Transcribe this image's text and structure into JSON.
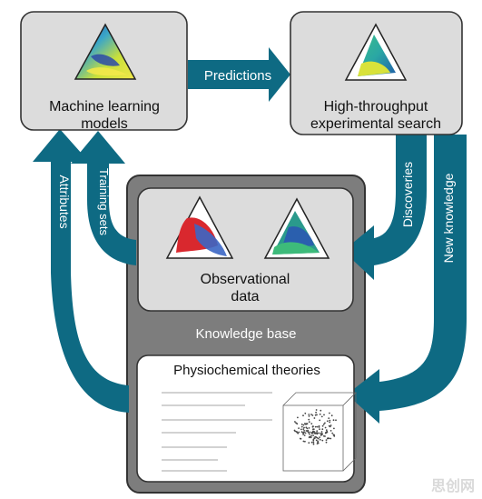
{
  "nodes": {
    "ml_models": {
      "line1": "Machine learning",
      "line2": "models"
    },
    "ht_search": {
      "line1": "High-throughput",
      "line2": "experimental search"
    },
    "observational": {
      "line1": "Observational",
      "line2": "data"
    },
    "knowledge_base": {
      "label": "Knowledge base"
    },
    "physio": {
      "label": "Physiochemical theories"
    }
  },
  "arrows": {
    "predictions": "Predictions",
    "attributes": "Attributes",
    "training_sets": "Training sets",
    "discoveries": "Discoveries",
    "new_knowledge": "New knowledge"
  },
  "colors": {
    "arrow_teal": "#0e6a83",
    "box_light": "#dcdcdc",
    "box_dark": "#7d7d7d",
    "border": "#333333"
  },
  "watermark": "思创网"
}
